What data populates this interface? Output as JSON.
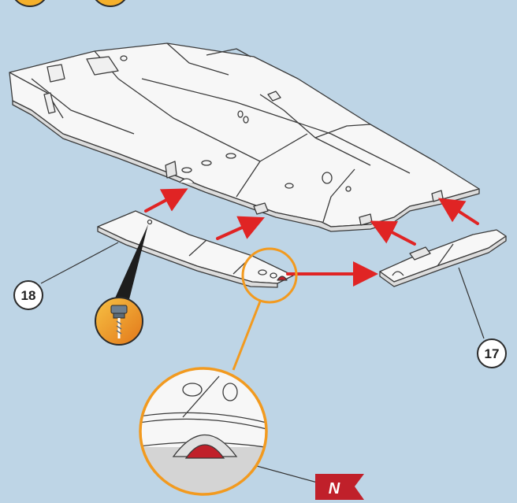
{
  "callouts": {
    "part_18": "18",
    "part_17": "17",
    "flag": "N"
  },
  "icons": {
    "drill": "drill-icon",
    "flag": "flag-icon"
  },
  "colors": {
    "background": "#bed5e6",
    "part_fill": "#f7f7f7",
    "outline": "#3a3a3a",
    "arrow": "#e02424",
    "magnifier": "#f29a1f",
    "marker_red": "#c0202a"
  }
}
